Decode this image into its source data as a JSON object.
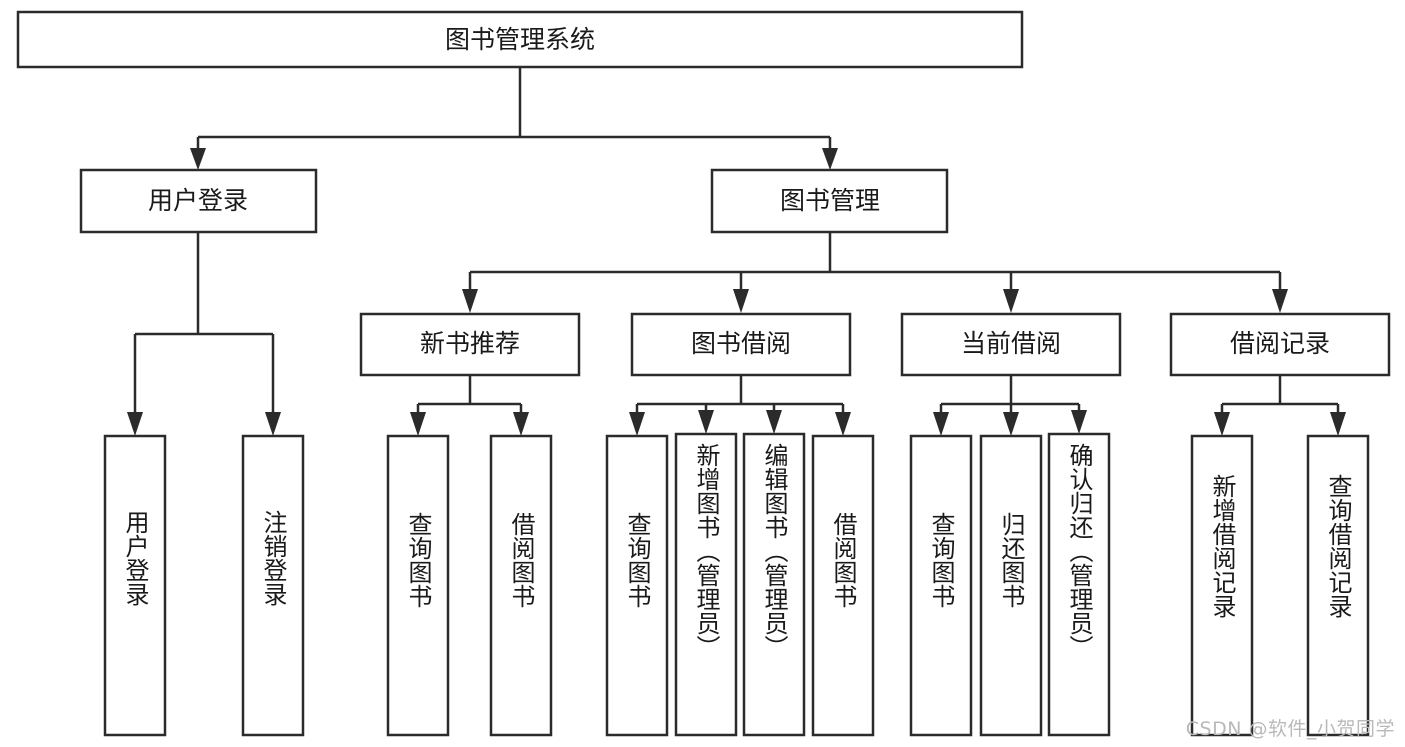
{
  "diagram": {
    "title": "图书管理系统",
    "type": "tree-hierarchy-diagram",
    "colors": {
      "box_stroke": "#2b2b2b",
      "box_fill": "#ffffff",
      "text": "#1a1a1a",
      "background": "#ffffff",
      "watermark": "#b9b9b9"
    },
    "root": {
      "label": "图书管理系统"
    },
    "level2": [
      {
        "label": "用户登录"
      },
      {
        "label": "图书管理"
      }
    ],
    "level3": [
      {
        "label": "新书推荐"
      },
      {
        "label": "图书借阅"
      },
      {
        "label": "当前借阅"
      },
      {
        "label": "借阅记录"
      }
    ],
    "leaves": {
      "user_login": [
        {
          "label": "用户登录"
        },
        {
          "label": "注销登录"
        }
      ],
      "new_book_recommend": [
        {
          "label": "查询图书"
        },
        {
          "label": "借阅图书"
        }
      ],
      "book_borrow": [
        {
          "label": "查询图书"
        },
        {
          "label": "新增图书（管理员）"
        },
        {
          "label": "编辑图书（管理员）"
        },
        {
          "label": "借阅图书"
        }
      ],
      "current_borrow": [
        {
          "label": "查询图书"
        },
        {
          "label": "归还图书"
        },
        {
          "label": "确认归还（管理员）"
        }
      ],
      "borrow_record": [
        {
          "label": "新增借阅记录"
        },
        {
          "label": "查询借阅记录"
        }
      ]
    }
  },
  "watermark": {
    "text": "CSDN @软件_小贺同学"
  }
}
